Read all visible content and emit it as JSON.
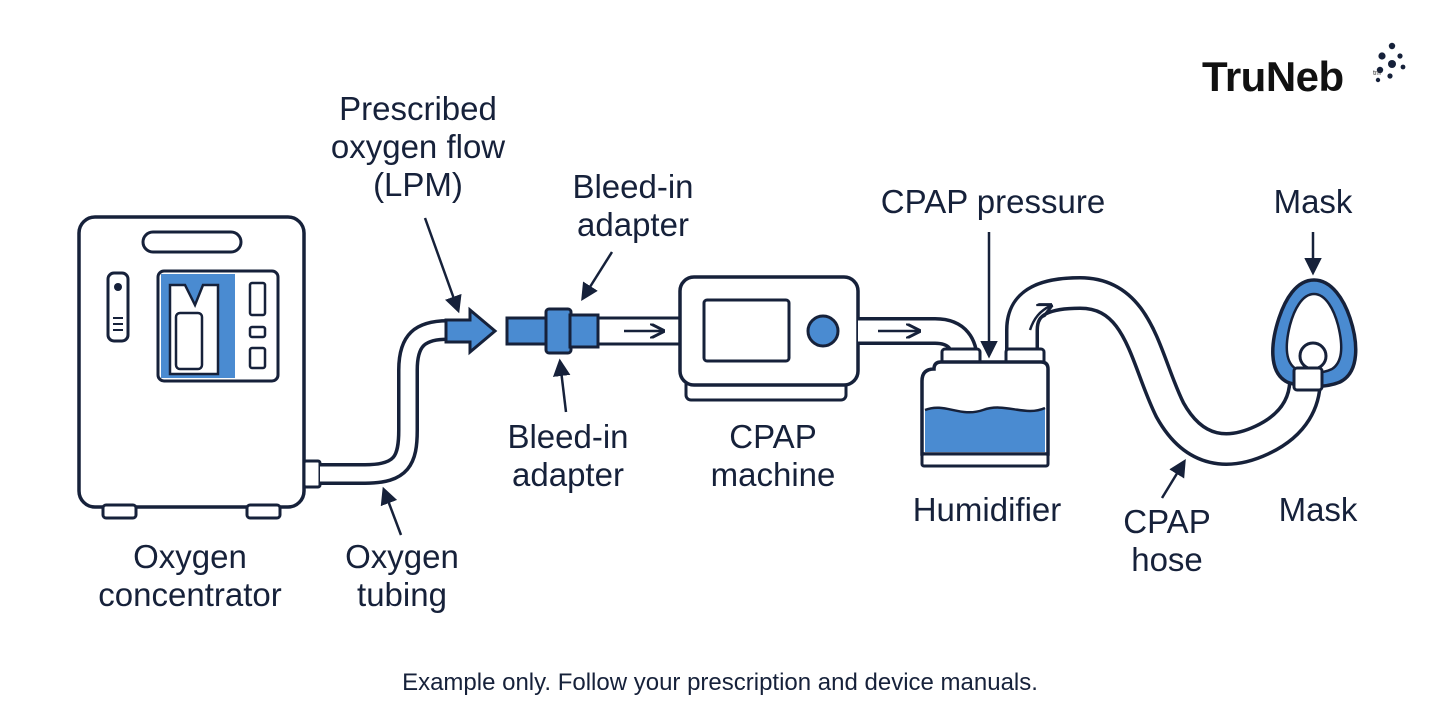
{
  "brand": {
    "name": "TruNeb",
    "trademark": "tm"
  },
  "labels": {
    "oxygen_concentrator": [
      "Oxygen",
      "concentrator"
    ],
    "oxygen_tubing": [
      "Oxygen",
      "tubing"
    ],
    "prescribed_flow": [
      "Prescribed",
      "oxygen flow",
      "(LPM)"
    ],
    "bleed_in_top": [
      "Bleed-in",
      "adapter"
    ],
    "bleed_in_bottom": [
      "Bleed-in",
      "adapter"
    ],
    "cpap_machine": [
      "CPAP",
      "machine"
    ],
    "cpap_pressure": [
      "CPAP pressure"
    ],
    "humidifier": [
      "Humidifier"
    ],
    "cpap_hose": [
      "CPAP",
      "hose"
    ],
    "mask_top": [
      "Mask"
    ],
    "mask_bottom": [
      "Mask"
    ]
  },
  "disclaimer": "Example only. Follow your prescription and device manuals.",
  "colors": {
    "outline": "#16213a",
    "accent_blue": "#4a8bd1",
    "accent_blue_light": "#5b9be0",
    "background": "#ffffff"
  }
}
